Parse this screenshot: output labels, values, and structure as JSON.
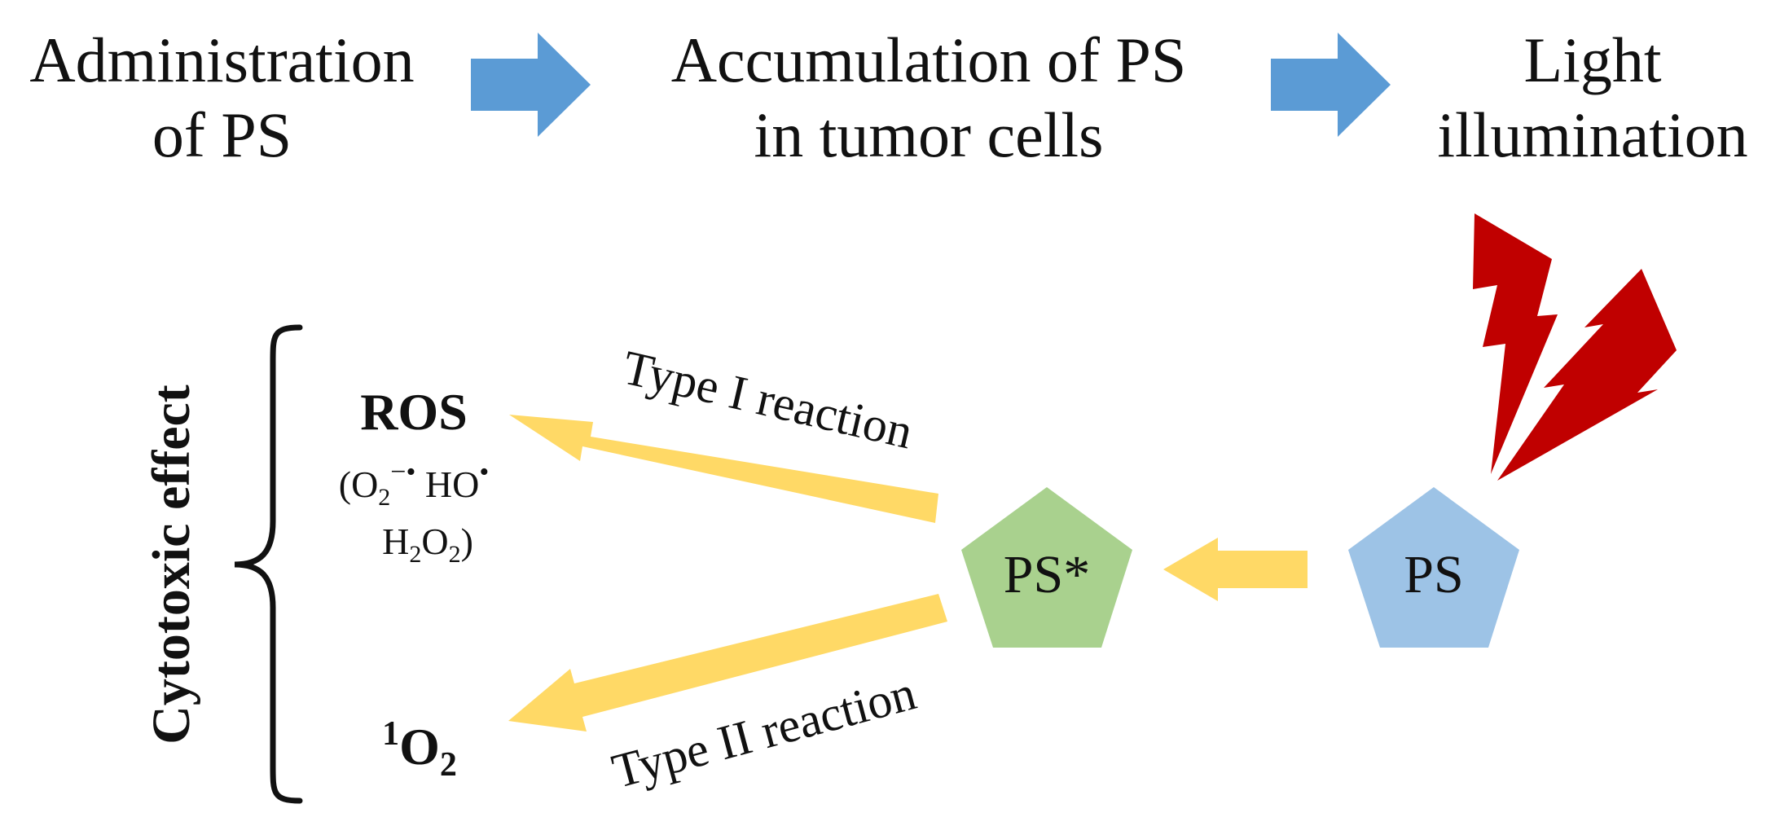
{
  "steps": {
    "administration": {
      "line1": "Administration",
      "line2": "of PS"
    },
    "accumulation": {
      "line1": "Accumulation of PS",
      "line2": "in tumor cells"
    },
    "light": {
      "line1": "Light",
      "line2": "illumination"
    }
  },
  "nodes": {
    "ps": "PS",
    "ps_excited": "PS*"
  },
  "reactions": {
    "type1": "Type I reaction",
    "type2": "Type II reaction"
  },
  "products": {
    "ros": {
      "title": "ROS",
      "species_line1": {
        "open": "(O",
        "sub": "2",
        "sup": "−•",
        "mid": " HO",
        "sup2": "•"
      },
      "species_line2": {
        "h": "H",
        "sub1": "2",
        "o": "O",
        "sub2": "2",
        "close": ")"
      }
    },
    "singlet_oxygen": {
      "sup": "1",
      "base": "O",
      "sub": "2"
    }
  },
  "effect_label": "Cytotoxic effect",
  "colors": {
    "step_arrow": "#5b9bd5",
    "reaction_arrow": "#ffd966",
    "ps": "#9dc3e6",
    "ps_excited": "#a9d18e",
    "lightning": "#c00000"
  }
}
